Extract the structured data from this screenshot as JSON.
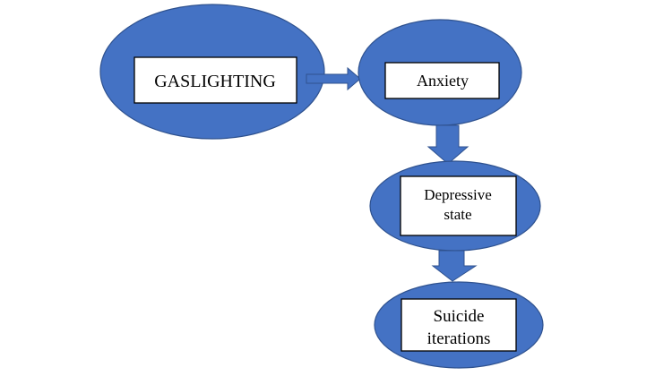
{
  "diagram": {
    "type": "flowchart",
    "colors": {
      "node_fill": "#4472c4",
      "node_stroke": "#2f528f",
      "label_box": "#ffffff",
      "text": "#000000"
    },
    "nodes": [
      {
        "id": "gaslighting",
        "lines": [
          "GASLIGHTING"
        ]
      },
      {
        "id": "anxiety",
        "lines": [
          "Anxiety"
        ]
      },
      {
        "id": "depressive",
        "lines": [
          "Depressive",
          "state"
        ]
      },
      {
        "id": "suicide",
        "lines": [
          "Suicide",
          "iterations"
        ]
      }
    ],
    "edges": [
      {
        "from": "gaslighting",
        "to": "anxiety",
        "direction": "right"
      },
      {
        "from": "anxiety",
        "to": "depressive",
        "direction": "down"
      },
      {
        "from": "depressive",
        "to": "suicide",
        "direction": "down"
      }
    ]
  }
}
